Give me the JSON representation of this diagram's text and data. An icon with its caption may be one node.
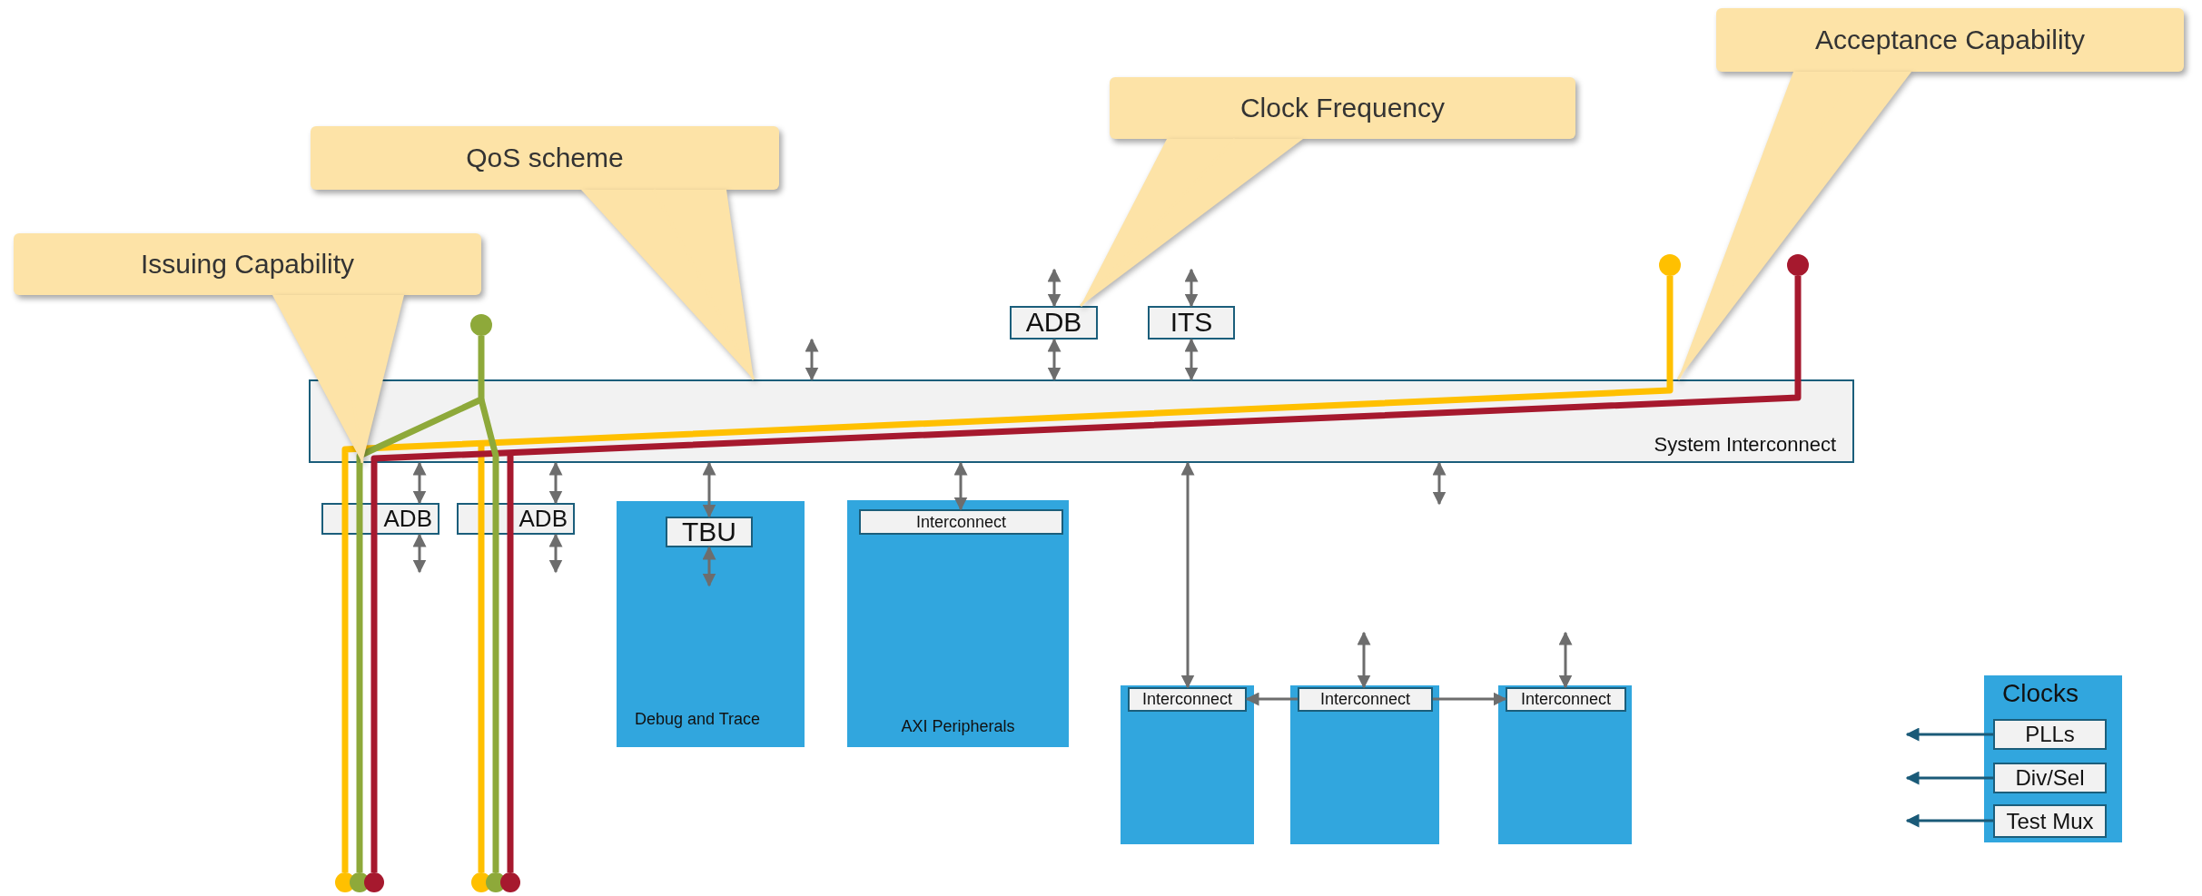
{
  "diagram": {
    "nodes": [
      {
        "text": [
          "Issuing Capability"
        ]
      },
      {
        "text": [
          "QoS scheme"
        ]
      },
      {
        "text": [
          "Clock Frequency"
        ]
      },
      {
        "text": [
          "Acceptance Capability"
        ]
      },
      {
        "text": [],
        "shape": "circle"
      },
      {
        "text": [],
        "shape": "circle"
      },
      {
        "text": [],
        "shape": "circle"
      },
      {
        "text": [
          "ADB"
        ]
      },
      {
        "text": [
          "ITS"
        ]
      },
      {
        "text": [
          "System Interconnect"
        ]
      },
      {
        "text": [
          "ADB"
        ]
      },
      {
        "text": [
          "ADB"
        ]
      },
      {
        "text": [
          "Debug and Trace"
        ]
      },
      {
        "text": [
          "TBU"
        ],
        "in": 12
      },
      {
        "text": [
          "AXI Peripherals"
        ]
      },
      {
        "text": [
          "Interconnect"
        ],
        "in": 14
      },
      {
        "text": [],
        "shape": "box"
      },
      {
        "text": [
          "Interconnect"
        ],
        "in": 16
      },
      {
        "text": [],
        "shape": "box"
      },
      {
        "text": [
          "Interconnect"
        ],
        "in": 18
      },
      {
        "text": [],
        "shape": "box"
      },
      {
        "text": [
          "Interconnect"
        ],
        "in": 20
      },
      {
        "text": [
          "Clocks"
        ]
      },
      {
        "text": [
          "PLLs"
        ],
        "in": 22
      },
      {
        "text": [
          "Div/Sel"
        ],
        "in": 22
      },
      {
        "text": [
          "Test Mux"
        ],
        "in": 22
      },
      {
        "text": [],
        "shape": "circle"
      },
      {
        "text": [],
        "shape": "circle"
      },
      {
        "text": [],
        "shape": "circle"
      },
      {
        "text": [],
        "shape": "circle"
      },
      {
        "text": [],
        "shape": "circle"
      },
      {
        "text": [],
        "shape": "circle"
      }
    ],
    "edges": [
      {
        "from": null,
        "to": 7,
        "arrow": "both"
      },
      {
        "from": 7,
        "to": 9,
        "arrow": "both"
      },
      {
        "from": null,
        "to": 8,
        "arrow": "both"
      },
      {
        "from": 8,
        "to": 9,
        "arrow": "both"
      },
      {
        "from": null,
        "to": 9,
        "arrow": "both"
      },
      {
        "from": 9,
        "to": 10,
        "arrow": "both"
      },
      {
        "from": 9,
        "to": 11,
        "arrow": "both"
      },
      {
        "from": 10,
        "to": null,
        "arrow": "both"
      },
      {
        "from": 11,
        "to": null,
        "arrow": "both"
      },
      {
        "from": 9,
        "to": 13,
        "arrow": "both"
      },
      {
        "from": 13,
        "to": null,
        "arrow": "both"
      },
      {
        "from": 9,
        "to": 15,
        "arrow": "both"
      },
      {
        "from": 9,
        "to": 17,
        "arrow": "both"
      },
      {
        "from": 9,
        "to": null,
        "arrow": "both"
      },
      {
        "from": null,
        "to": 19,
        "arrow": "both"
      },
      {
        "from": null,
        "to": 21,
        "arrow": "both"
      },
      {
        "from": 19,
        "to": 17,
        "arrow": "to"
      },
      {
        "from": 19,
        "to": 21,
        "arrow": "to"
      },
      {
        "from": 23,
        "to": null,
        "arrow": "to",
        "color": "#1a5a78"
      },
      {
        "from": 24,
        "to": null,
        "arrow": "to",
        "color": "#1a5a78"
      },
      {
        "from": 25,
        "to": null,
        "arrow": "to",
        "color": "#1a5a78"
      },
      {
        "from": 4,
        "to": 9,
        "arrow": "none",
        "style": "thick",
        "color": "#ffc000"
      },
      {
        "from": 9,
        "to": 10,
        "arrow": "none",
        "style": "thick",
        "color": "#ffc000"
      },
      {
        "from": 10,
        "to": 26,
        "arrow": "none",
        "style": "thick",
        "color": "#ffc000"
      },
      {
        "from": 9,
        "to": 11,
        "arrow": "none",
        "style": "thick",
        "color": "#ffc000"
      },
      {
        "from": 11,
        "to": 29,
        "arrow": "none",
        "style": "thick",
        "color": "#ffc000"
      },
      {
        "from": 5,
        "to": 9,
        "arrow": "none",
        "style": "thick",
        "color": "#a6192e"
      },
      {
        "from": 9,
        "to": 10,
        "arrow": "none",
        "style": "thick",
        "color": "#a6192e"
      },
      {
        "from": 10,
        "to": 28,
        "arrow": "none",
        "style": "thick",
        "color": "#a6192e"
      },
      {
        "from": 9,
        "to": 11,
        "arrow": "none",
        "style": "thick",
        "color": "#a6192e"
      },
      {
        "from": 11,
        "to": 31,
        "arrow": "none",
        "style": "thick",
        "color": "#a6192e"
      },
      {
        "from": 6,
        "to": 9,
        "arrow": "none",
        "style": "thick",
        "color": "#8ea93a"
      },
      {
        "from": 9,
        "to": 10,
        "arrow": "none",
        "style": "thick",
        "color": "#8ea93a"
      },
      {
        "from": 10,
        "to": 27,
        "arrow": "none",
        "style": "thick",
        "color": "#8ea93a"
      },
      {
        "from": 9,
        "to": 11,
        "arrow": "none",
        "style": "thick",
        "color": "#8ea93a"
      },
      {
        "from": 11,
        "to": 30,
        "arrow": "none",
        "style": "thick",
        "color": "#8ea93a"
      },
      {
        "from": 0,
        "to": 9,
        "arrow": "none",
        "color": "#fde3a7"
      },
      {
        "from": 1,
        "to": 9,
        "arrow": "none",
        "color": "#fde3a7"
      },
      {
        "from": 2,
        "to": 7,
        "arrow": "none",
        "color": "#fde3a7"
      },
      {
        "from": 3,
        "to": 9,
        "arrow": "none",
        "color": "#fde3a7"
      }
    ]
  }
}
